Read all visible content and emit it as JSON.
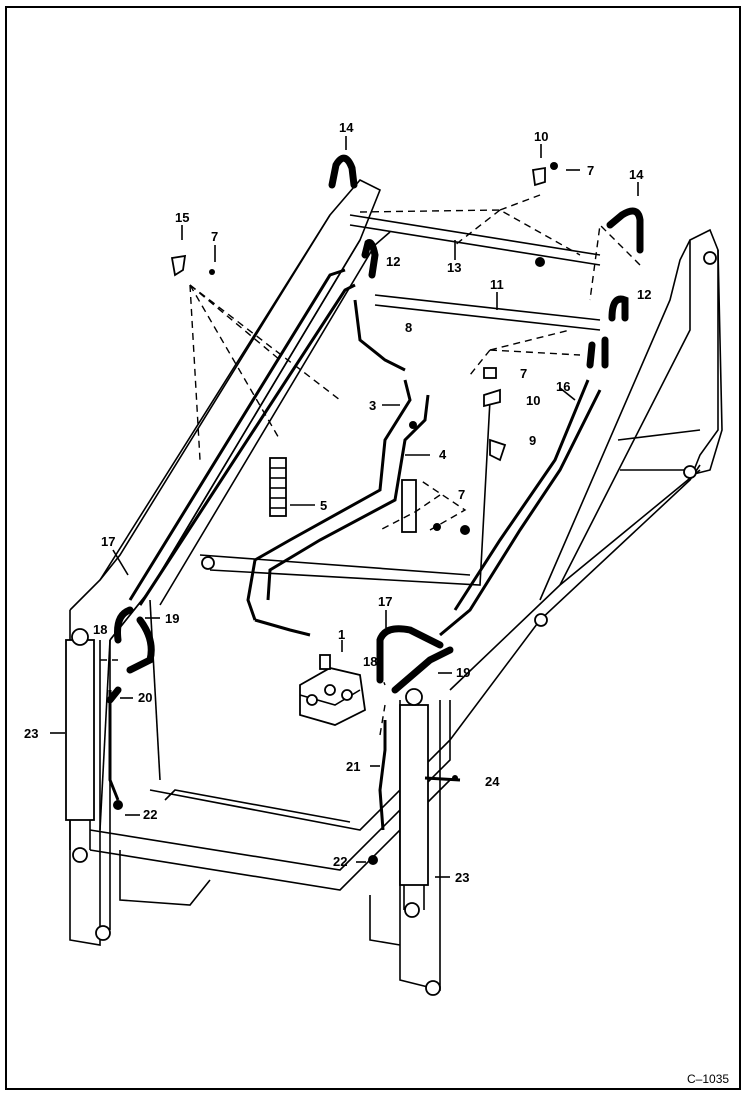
{
  "figure": {
    "reference": "C–1035"
  },
  "callouts": {
    "c14a": "14",
    "c10a": "10",
    "c7a": "7",
    "c14b": "14",
    "c15": "15",
    "c7b": "7",
    "c12a": "12",
    "c13": "13",
    "c11": "11",
    "c12b": "12",
    "c8": "8",
    "c7c": "7",
    "c16": "16",
    "c3": "3",
    "c10b": "10",
    "c9": "9",
    "c4": "4",
    "c7d": "7",
    "c5": "5",
    "c17a": "17",
    "c17b": "17",
    "c19a": "19",
    "c1": "1",
    "c18a": "18",
    "c18b": "18",
    "c19b": "19",
    "c20": "20",
    "c23a": "23",
    "c21": "21",
    "c24": "24",
    "c22a": "22",
    "c22b": "22",
    "c23b": "23"
  }
}
